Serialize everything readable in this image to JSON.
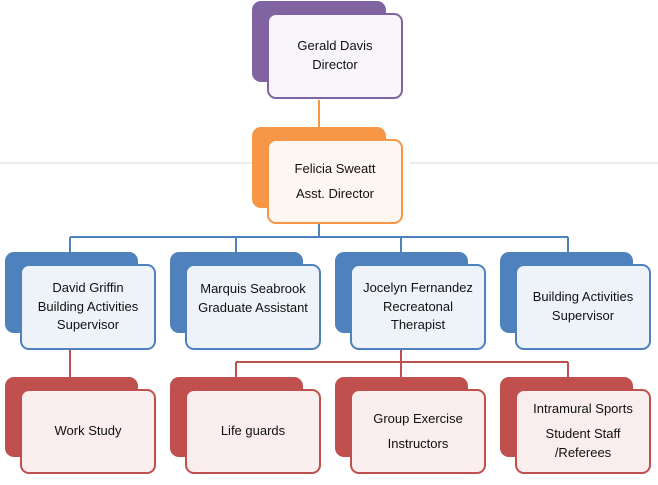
{
  "colors": {
    "director": {
      "back": "#8064a2",
      "front": "#f7f5fa",
      "border": "#8064a2"
    },
    "assistant": {
      "back": "#f79646",
      "front": "#fef7f1",
      "border": "#f79646"
    },
    "staff": {
      "back": "#4f81bd",
      "front": "#eef3f9",
      "border": "#4f81bd"
    },
    "sub": {
      "back": "#c0504d",
      "front": "#f9eded",
      "border": "#c0504d"
    },
    "line_blue": "#4f81bd",
    "line_red": "#c0504d",
    "line_orange": "#f79646",
    "separator": "#d9d9d9"
  },
  "director": {
    "name": "Gerald Davis",
    "title": "Director"
  },
  "assistant": {
    "name": "Felicia Sweatt",
    "title": "Asst. Director"
  },
  "staff": [
    {
      "line1": "David Griffin",
      "line2": "Building Activities",
      "line3": "Supervisor"
    },
    {
      "line1": "Marquis Seabrook",
      "line2": "Graduate Assistant"
    },
    {
      "line1": "Jocelyn Fernandez",
      "line2": "Recreatonal",
      "line3": "Therapist"
    },
    {
      "line1": "Building Activities",
      "line2": "Supervisor"
    }
  ],
  "sub": [
    {
      "line1": "Work Study"
    },
    {
      "line1": "Life guards"
    },
    {
      "line1": "Group Exercise",
      "line2": "Instructors"
    },
    {
      "line1": "Intramural Sports",
      "line2": "Student Staff",
      "line3": "/Referees"
    }
  ]
}
